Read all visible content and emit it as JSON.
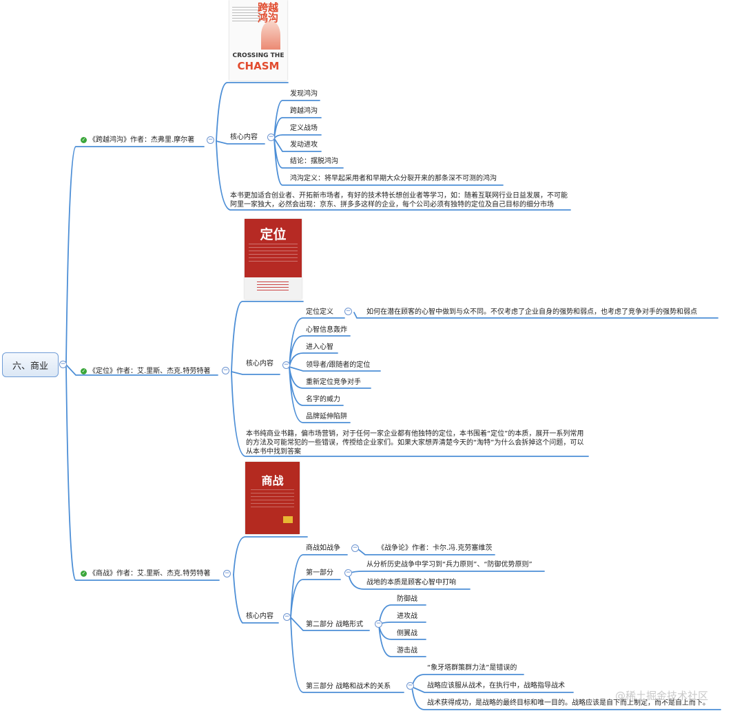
{
  "root": {
    "label": "六、商业"
  },
  "books": [
    {
      "title": "《跨越鸿沟》作者：杰弗里.摩尔著",
      "cover": {
        "title": "跨越鸿沟",
        "en1": "CROSSING THE",
        "en2": "CHASM"
      },
      "core": "核心内容",
      "items": [
        "发现鸿沟",
        "跨越鸿沟",
        "定义战场",
        "发动进攻",
        "结论：摆脱鸿沟",
        "鸿沟定义：将早起采用者和早期大众分裂开来的那条深不可测的鸿沟"
      ],
      "summary": "本书更加适合创业者、开拓新市场者，有好的技术特长想创业者等学习，如：随着互联网行业日益发展，不可能阿里一家独大，必然会出现：京东、拼多多这样的企业，每个公司必须有独特的定位及自己目标的细分市场"
    },
    {
      "title": "《定位》作者：艾.里斯、杰克.特劳特著",
      "cover": {
        "title": "定位"
      },
      "core": "核心内容",
      "items": [
        "定位定义",
        "心智信息轰炸",
        "进入心智",
        "领导者/跟随者的定位",
        "重新定位竞争对手",
        "名字的威力",
        "品牌延伸陷阱"
      ],
      "definition": "如何在潜在顾客的心智中做到与众不同。不仅考虑了企业自身的强势和弱点，也考虑了竞争对手的强势和弱点",
      "summary": "本书纯商业书籍，偏市场营销，对于任何一家企业都有他独特的定位，本书围着“定位”的本质，展开一系列常用的方法及可能常犯的一些错误，传授给企业家们。如果大家想弄清楚今天的“淘特”为什么会拆掉这个问题，可以从本书中找到答案"
    },
    {
      "title": "《商战》作者：艾.里斯、杰克.特劳特著",
      "cover": {
        "title": "商战"
      },
      "core": "核心内容",
      "war": {
        "label": "商战如战争",
        "ref": "《战争论》作者：卡尔.冯.克劳塞维茨"
      },
      "part1": {
        "label": "第一部分",
        "items": [
          "从分析历史战争中学习到“兵力原则”、“防御优势原则”",
          "战地的本质是顾客心智中打响"
        ]
      },
      "part2": {
        "label": "第二部分 战略形式",
        "items": [
          "防御战",
          "进攻战",
          "侧翼战",
          "游击战"
        ]
      },
      "part3": {
        "label": "第三部分 战略和战术的关系",
        "items": [
          "“象牙塔群策群力法”是错误的",
          "战略应该服从战术，在执行中，战略指导战术",
          "战术获得成功，是战略的最终目标和唯一目的。战略应该是自下而上制定，而不是自上而下。"
        ]
      }
    }
  ],
  "toggle_symbol": "−",
  "check_symbol": "✓",
  "watermark": "@稀土掘金技术社区",
  "colors": {
    "line": "#4c8ed6",
    "check": "#3aa63a"
  }
}
